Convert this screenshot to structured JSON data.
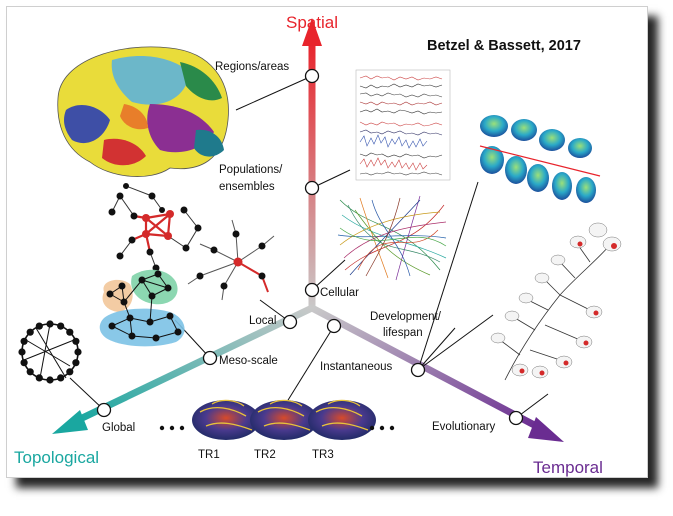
{
  "citation": "Betzel & Bassett, 2017",
  "axes": {
    "spatial": {
      "label": "Spatial",
      "color": "#e8242c"
    },
    "topological": {
      "label": "Topological",
      "color": "#1aa7a0"
    },
    "temporal": {
      "label": "Temporal",
      "color": "#6a2c91"
    }
  },
  "spatial_nodes": {
    "regions": "Regions/areas",
    "populations_1": "Populations/",
    "populations_2": "ensembles",
    "cellular": "Cellular"
  },
  "topological_nodes": {
    "local": "Local",
    "meso": "Meso-scale",
    "global": "Global"
  },
  "temporal_nodes": {
    "instantaneous": "Instantaneous",
    "development_1": "Development/",
    "development_2": "lifespan",
    "evolutionary": "Evolutionary"
  },
  "time_series": {
    "tr1": "TR1",
    "tr2": "TR2",
    "tr3": "TR3"
  }
}
